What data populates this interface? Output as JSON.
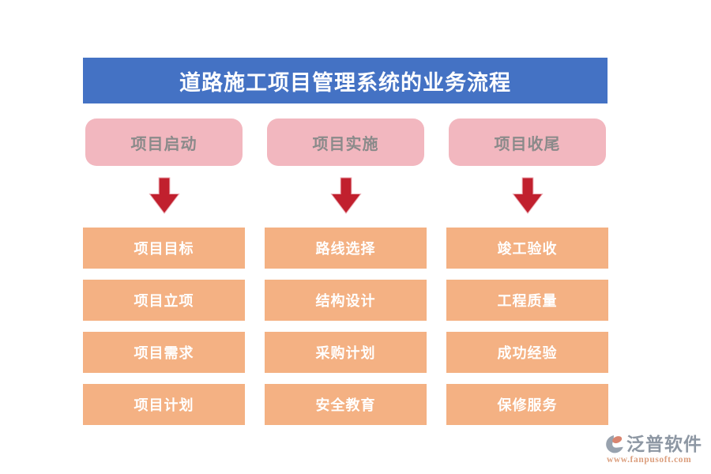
{
  "title": "道路施工项目管理系统的业务流程",
  "phases": [
    {
      "label": "项目启动",
      "items": [
        "项目目标",
        "项目立项",
        "项目需求",
        "项目计划"
      ]
    },
    {
      "label": "项目实施",
      "items": [
        "路线选择",
        "结构设计",
        "采购计划",
        "安全教育"
      ]
    },
    {
      "label": "项目收尾",
      "items": [
        "竣工验收",
        "工程质量",
        "成功经验",
        "保修服务"
      ]
    }
  ],
  "watermark": {
    "brand": "泛普软件",
    "url": "www.fanpusoft.com"
  },
  "icons": {
    "arrow": "down-arrow-icon",
    "logo": "fanpu-logo-icon"
  },
  "colors": {
    "background": "#FFFFFF",
    "header_bg": "#4472C4",
    "header_text": "#FFFFFF",
    "phase_bg": "#F2B7BF",
    "phase_text": "#8A8A8A",
    "arrow_fill": "#C1202E",
    "arrow_outline": "#EBAAB2",
    "step_bg": "#F4B183",
    "step_text": "#FFFFFF",
    "brand_text": "#8D97A3",
    "brand_url_text": "#DC9F7E",
    "logo_gray": "#98A2AE",
    "logo_orange": "#D98570"
  }
}
